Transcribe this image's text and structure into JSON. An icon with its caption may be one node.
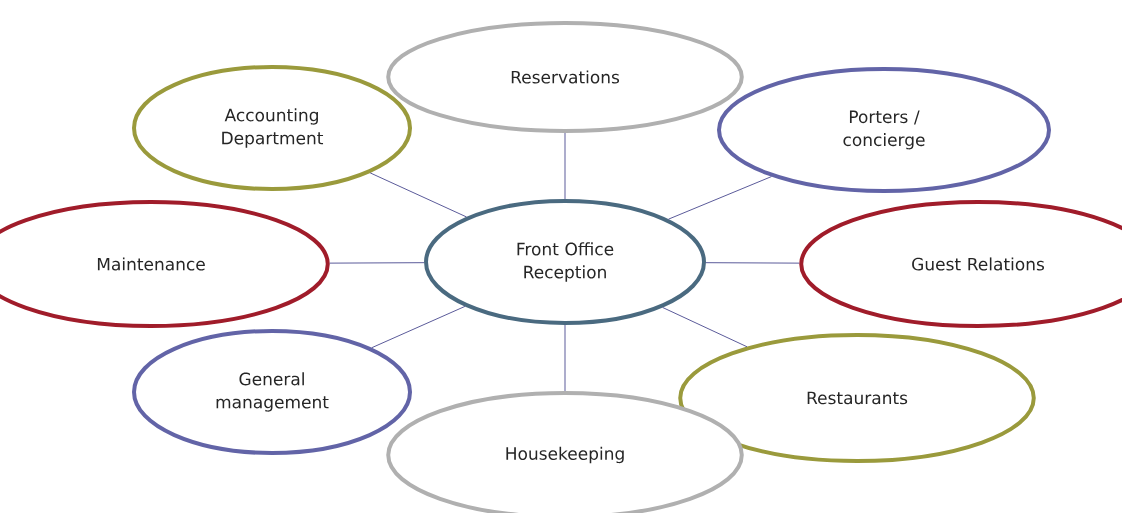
{
  "diagram": {
    "nodes": [
      {
        "text": [
          "Front Office Reception"
        ]
      },
      {
        "text": [
          "Reservations"
        ]
      },
      {
        "text": [
          "Accounting Department"
        ]
      },
      {
        "text": [
          "Porters / concierge"
        ]
      },
      {
        "text": [
          "Maintenance"
        ]
      },
      {
        "text": [
          "Guest Relations"
        ]
      },
      {
        "text": [
          "General management"
        ]
      },
      {
        "text": [
          "Restaurants"
        ]
      },
      {
        "text": [
          "Housekeeping"
        ]
      }
    ],
    "edges": [
      {
        "from": 0,
        "to": 1,
        "arrow": "none"
      },
      {
        "from": 0,
        "to": 2,
        "arrow": "none"
      },
      {
        "from": 0,
        "to": 3,
        "arrow": "none"
      },
      {
        "from": 0,
        "to": 4,
        "arrow": "none"
      },
      {
        "from": 0,
        "to": 5,
        "arrow": "none"
      },
      {
        "from": 0,
        "to": 6,
        "arrow": "none"
      },
      {
        "from": 0,
        "to": 7,
        "arrow": "none"
      },
      {
        "from": 0,
        "to": 8,
        "arrow": "none"
      }
    ]
  }
}
